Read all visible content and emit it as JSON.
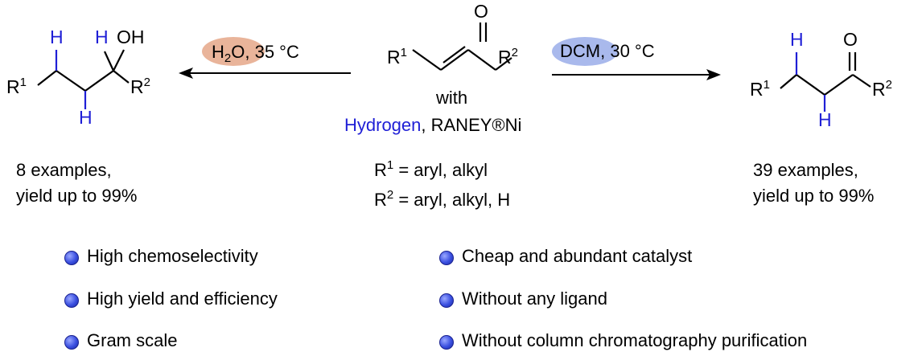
{
  "conditions": {
    "left": {
      "solvent": "H",
      "solvent_sub": "2",
      "solvent_tail": "O",
      "rest": ", 35 °C",
      "pill_color": "#e9b49a"
    },
    "right": {
      "solvent": "DCM",
      "rest": ", 30 °C",
      "pill_color": "#a9b9ec"
    }
  },
  "center": {
    "with": "with",
    "reagent_blue": "Hydrogen",
    "reagent_rest": ", RANEY®Ni",
    "r1_def_prefix": "R",
    "r1_def_sup": "1",
    "r1_def_text": " = aryl, alkyl",
    "r2_def_prefix": "R",
    "r2_def_sup": "2",
    "r2_def_text": " = aryl, alkyl, H"
  },
  "atoms": {
    "O": "O",
    "H": "H",
    "OH": "OH",
    "R": "R",
    "sup1": "1",
    "sup2": "2"
  },
  "results": {
    "left_count": "8 examples,",
    "left_yield": "yield up to 99%",
    "right_count": "39 examples,",
    "right_yield": "yield up to 99%"
  },
  "features": {
    "left": [
      "High chemoselectivity",
      "High yield and efficiency",
      "Gram scale"
    ],
    "right": [
      "Cheap and abundant catalyst",
      "Without any ligand",
      "Without column chromatography purification"
    ]
  },
  "colors": {
    "hydrogen_blue": "#1f1fd6",
    "bullet": "#3a4fe0"
  }
}
